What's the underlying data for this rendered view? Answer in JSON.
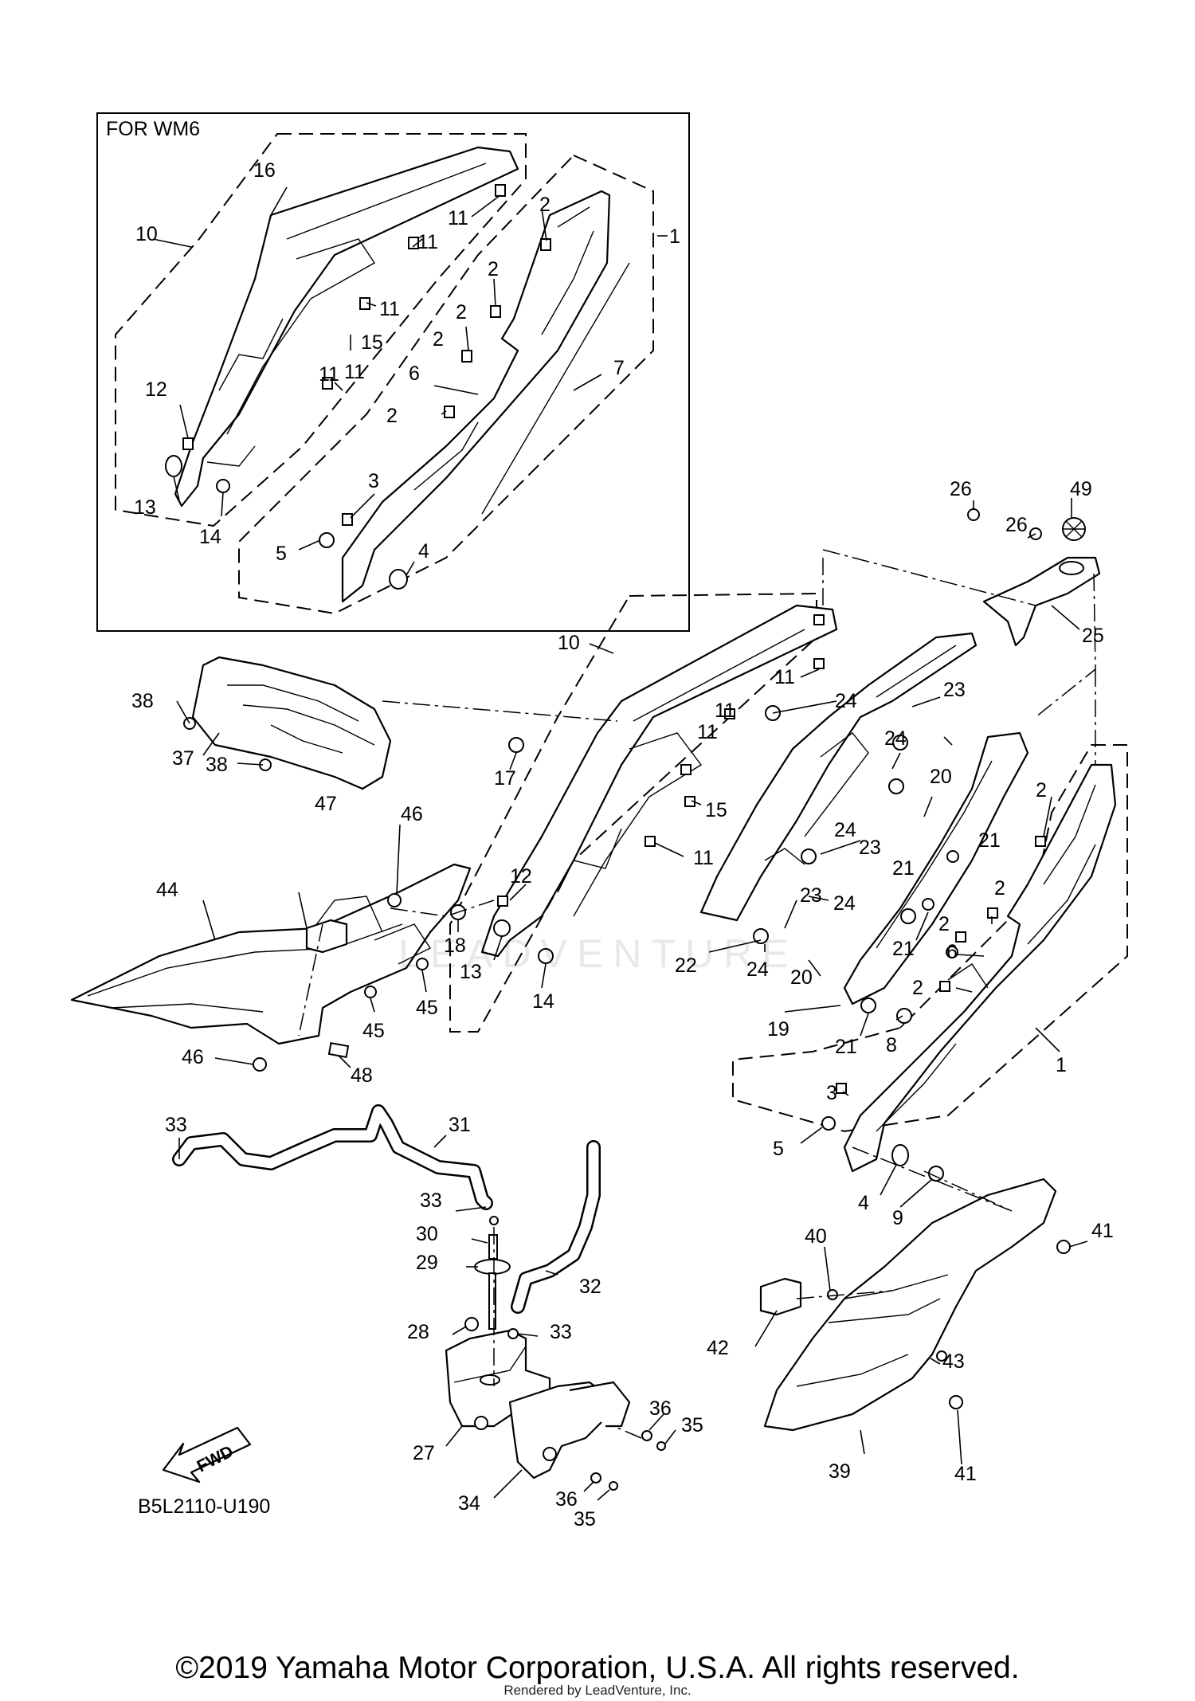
{
  "inset": {
    "title": "FOR WM6"
  },
  "diagram_code": "B5L2110-U190",
  "fwd_label": "FWD",
  "watermark": "LEADVENTURE",
  "footer": {
    "copyright": "©2019 Yamaha Motor Corporation, U.S.A. All rights reserved.",
    "rendered_by": "Rendered by LeadVenture, Inc."
  },
  "callouts": {
    "inset": [
      "16",
      "10",
      "11",
      "11",
      "2",
      "11",
      "2",
      "11",
      "15",
      "2",
      "2",
      "11",
      "1",
      "6",
      "7",
      "12",
      "2",
      "13",
      "14",
      "3",
      "5",
      "4"
    ],
    "main": [
      "26",
      "49",
      "26",
      "25",
      "10",
      "38",
      "37",
      "38",
      "11",
      "24",
      "23",
      "11",
      "24",
      "17",
      "11",
      "24",
      "20",
      "15",
      "23",
      "21",
      "2",
      "11",
      "46",
      "47",
      "12",
      "21",
      "24",
      "23",
      "2",
      "44",
      "18",
      "13",
      "14",
      "22",
      "24",
      "20",
      "21",
      "2",
      "6",
      "45",
      "45",
      "19",
      "21",
      "2",
      "8",
      "46",
      "48",
      "1",
      "33",
      "31",
      "3",
      "5",
      "33",
      "4",
      "9",
      "30",
      "29",
      "32",
      "28",
      "33",
      "40",
      "41",
      "42",
      "43",
      "27",
      "36",
      "35",
      "34",
      "36",
      "35",
      "39",
      "41"
    ]
  }
}
